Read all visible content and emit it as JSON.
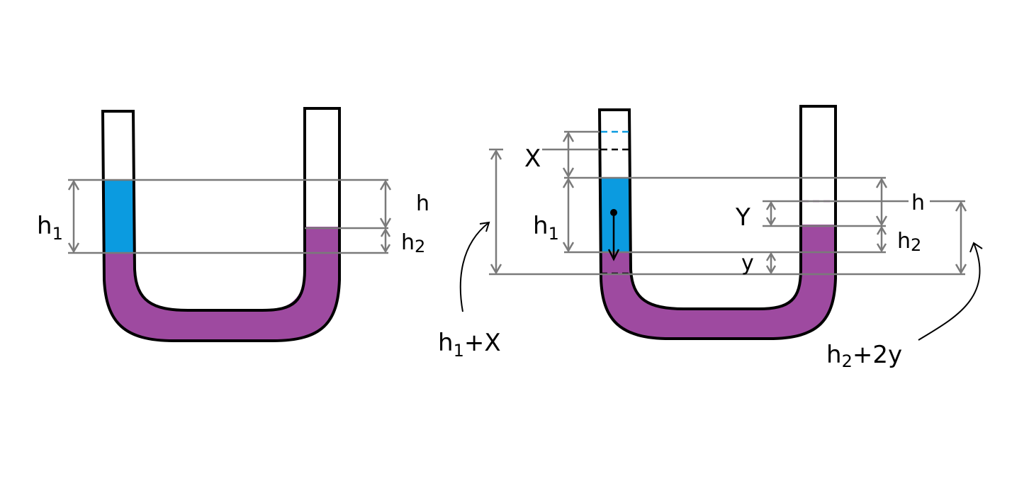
{
  "colors": {
    "background": "#ffffff",
    "outline": "#000000",
    "water": "#0b9be0",
    "heavy_liquid": "#9e4aa0",
    "dimension_line": "#7a7a7a",
    "water_dash": "#0b9be0",
    "purple_dash": "#9e4aa0"
  },
  "left_diagram": {
    "label_h1_main": "h",
    "label_h1_sub": "1",
    "label_h": "h",
    "label_h2_main": "h",
    "label_h2_sub": "2"
  },
  "right_diagram": {
    "label_x": "X",
    "label_h1_main": "h",
    "label_h1_sub": "1",
    "label_Y": "Y",
    "label_y": "y",
    "label_h": "h",
    "label_h2_main": "h",
    "label_h2_sub": "2",
    "annotation_left_main": "h",
    "annotation_left_sub": "1",
    "annotation_left_rest": "+X",
    "annotation_right_main": "h",
    "annotation_right_sub": "2",
    "annotation_right_rest": "+2y"
  }
}
